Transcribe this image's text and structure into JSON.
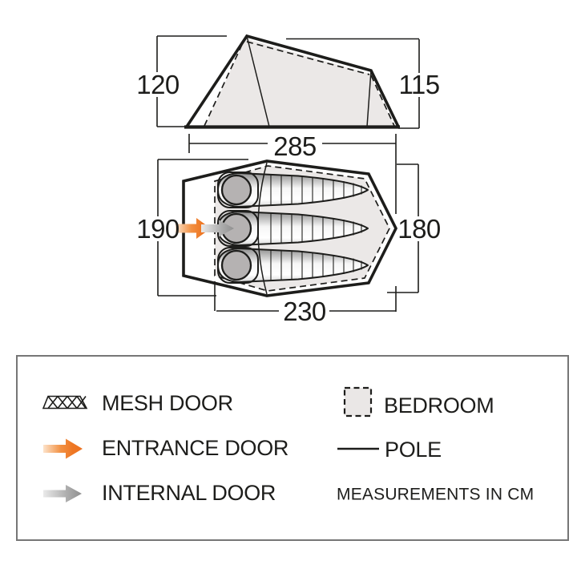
{
  "side_view": {
    "height_left": "120",
    "height_right": "115",
    "length": "285"
  },
  "floor_plan": {
    "width_left": "190",
    "width_right": "180",
    "bedroom_length": "230"
  },
  "legend": {
    "mesh_door": "MESH DOOR",
    "entrance_door": "ENTRANCE DOOR",
    "internal_door": "INTERNAL DOOR",
    "bedroom": "BEDROOM",
    "pole": "POLE",
    "note": "MEASUREMENTS IN CM"
  },
  "colors": {
    "line": "#1d1d1b",
    "accent_orange": "#EE7724",
    "arrow_gray": "#9B9B9B",
    "panel_gray": "#EBE8E7",
    "pillow_gray": "#B5B2B2",
    "legend_border": "#767676"
  }
}
